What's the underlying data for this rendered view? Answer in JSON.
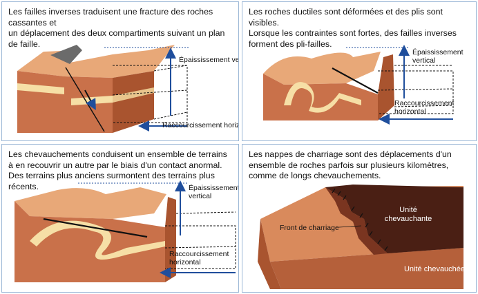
{
  "panels": [
    {
      "caption": "Les failles inverses traduisent une fracture des roches cassantes et\nun déplacement des deux compartiments suivant un plan de faille.",
      "labels": {
        "thickening": "Épaississement vertical",
        "shortening": "Raccourcissement horizontal"
      }
    },
    {
      "caption": "Les roches ductiles sont déformées et des plis sont visibles.\nLorsque les contraintes sont fortes, des failles inverses\nforment des pli-failles.",
      "labels": {
        "thickening_1": "Épaississement",
        "thickening_2": "vertical",
        "shortening_1": "Raccourcissement",
        "shortening_2": "horizontal"
      }
    },
    {
      "caption": "Les chevauchements conduisent un ensemble de terrains\nà en recouvrir un autre par le biais d'un contact anormal.\nDes terrains plus anciens surmontent des terrains plus récents.",
      "labels": {
        "thickening_1": "Épaississement",
        "thickening_2": "vertical",
        "shortening_1": "Raccourcissement",
        "shortening_2": "horizontal"
      }
    },
    {
      "caption": "Les nappes de charriage sont des déplacements d'un\nensemble de roches parfois sur plusieurs kilomètres,\ncomme de longs chevauchements.",
      "labels": {
        "front": "Front de charriage",
        "upper_1": "Unité",
        "upper_2": "chevauchante",
        "lower": "Unité chevauchée"
      }
    }
  ],
  "colors": {
    "border": "#9bb7d6",
    "arrow": "#1f4e9c",
    "rock_top": "#e8a878",
    "rock_front": "#c9714a",
    "rock_side": "#a9542f",
    "layer": "#f6dfa6",
    "dark_unit": "#4a1f14"
  }
}
